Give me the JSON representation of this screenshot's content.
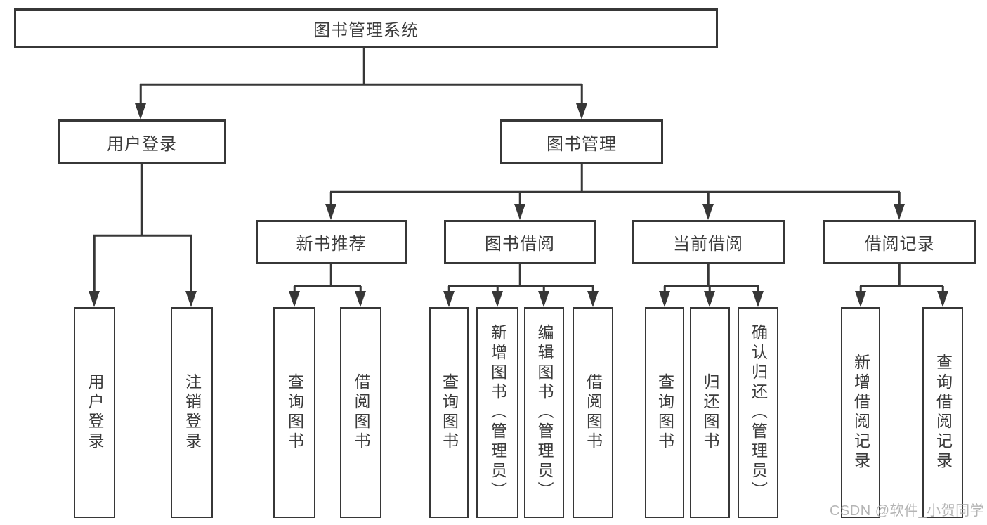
{
  "diagram": {
    "root": {
      "label": "图书管理系统"
    },
    "level2": [
      {
        "id": "user-login",
        "label": "用户登录"
      },
      {
        "id": "book-management",
        "label": "图书管理"
      }
    ],
    "level3": [
      {
        "id": "new-book-recommend",
        "label": "新书推荐"
      },
      {
        "id": "book-borrow",
        "label": "图书借阅"
      },
      {
        "id": "current-borrow",
        "label": "当前借阅"
      },
      {
        "id": "borrow-records",
        "label": "借阅记录"
      }
    ],
    "leaves": {
      "user_login": [
        "用户登录",
        "注销登录"
      ],
      "new_book_recommend": [
        "查询图书",
        "借阅图书"
      ],
      "book_borrow": [
        "查询图书",
        "新增图书（管理员）",
        "编辑图书（管理员）",
        "借阅图书"
      ],
      "current_borrow": [
        "查询图书",
        "归还图书",
        "确认归还（管理员）"
      ],
      "borrow_records": [
        "新增借阅记录",
        "查询借阅记录"
      ]
    }
  },
  "watermark": {
    "text": "CSDN @软件_小贺同学"
  },
  "colors": {
    "line": "#373737",
    "text": "#3b3b3b",
    "background": "#ffffff",
    "watermark": "#acacac"
  }
}
